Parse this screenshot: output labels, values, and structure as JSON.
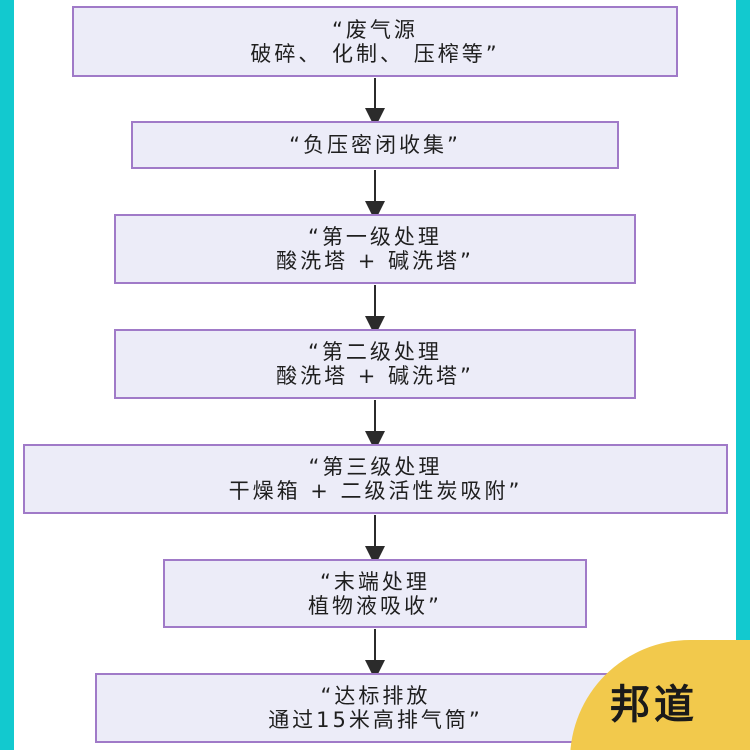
{
  "diagram": {
    "nodes": [
      {
        "lines": [
          "“废气源",
          "破碎、 化制、 压榨等”"
        ]
      },
      {
        "lines": [
          "“负压密闭收集”"
        ]
      },
      {
        "lines": [
          "“第一级处理",
          "酸洗塔 + 碱洗塔”"
        ]
      },
      {
        "lines": [
          "“第二级处理",
          "酸洗塔 + 碱洗塔”"
        ]
      },
      {
        "lines": [
          "“第三级处理",
          "干燥箱 + 二级活性炭吸附”"
        ]
      },
      {
        "lines": [
          "“末端处理",
          "植物液吸收”"
        ]
      },
      {
        "lines": [
          "“达标排放",
          "通过15米高排气筒”"
        ]
      }
    ],
    "colors": {
      "box_fill": "#ececf8",
      "box_border": "#a07ac8",
      "arrow": "#2b2b2b",
      "side_border": "#12c9cf"
    }
  },
  "watermark": {
    "text": "邦道",
    "color": "#f2c94c"
  }
}
